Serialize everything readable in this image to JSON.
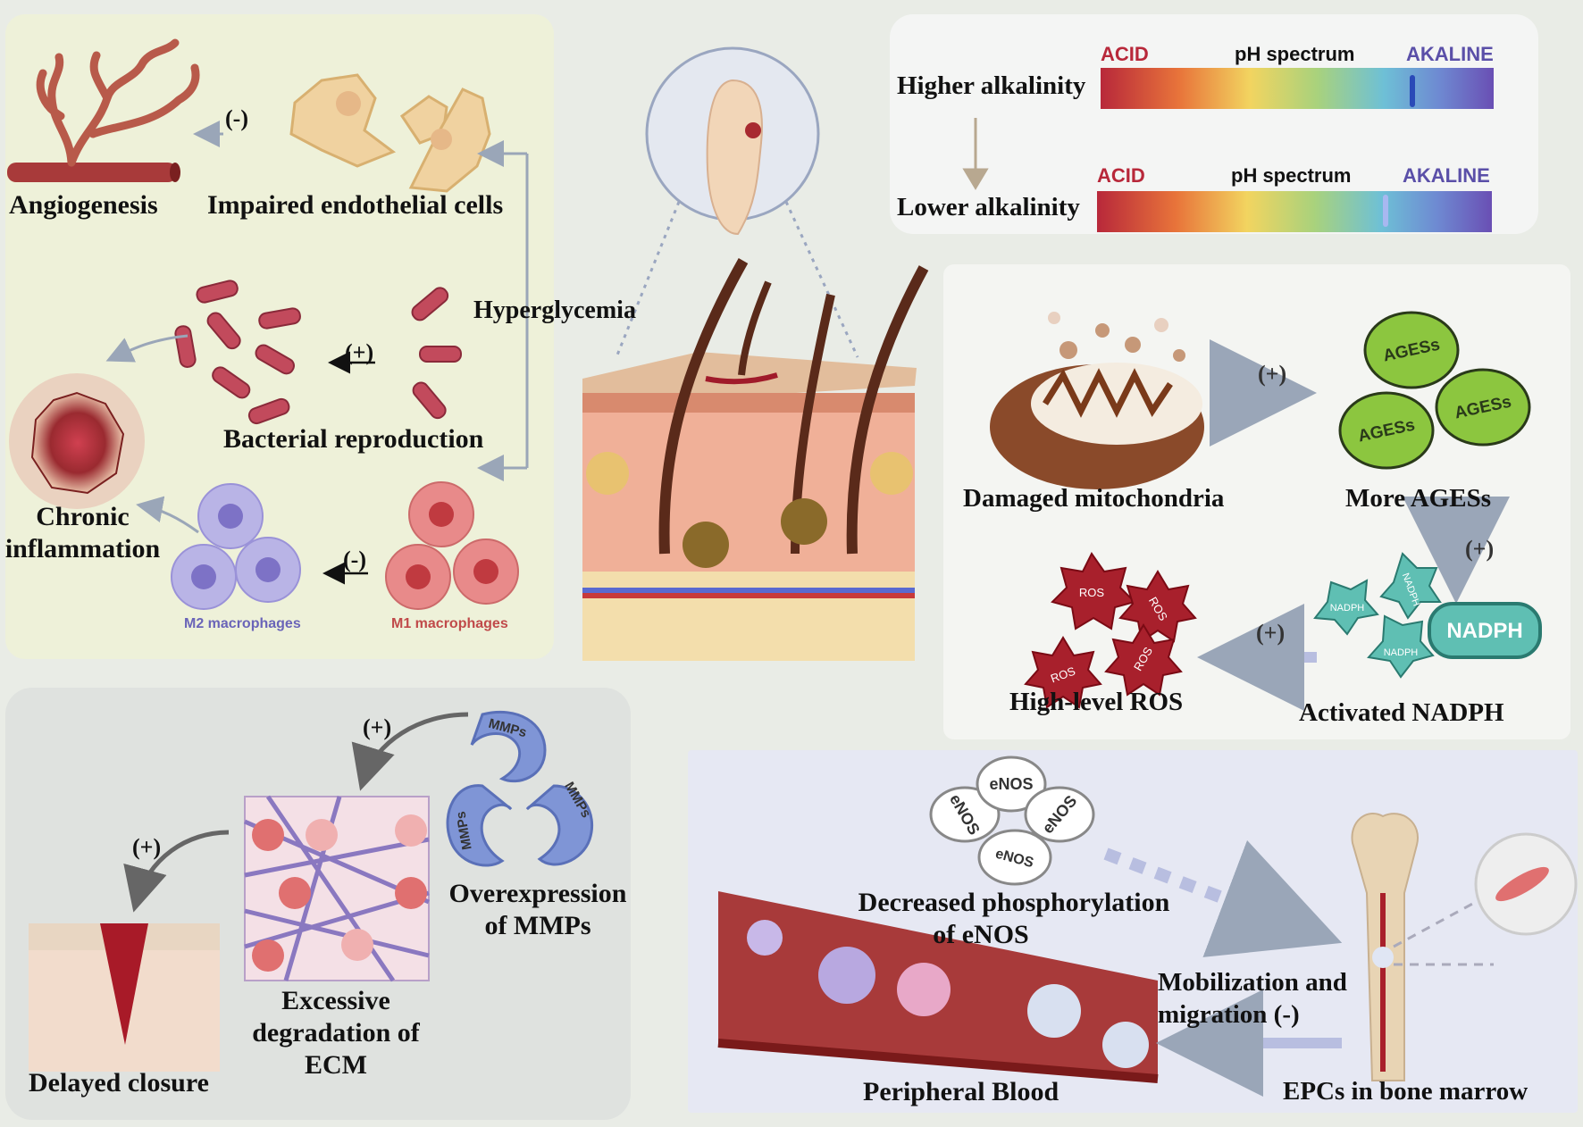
{
  "top_left": {
    "angiogenesis": "Angiogenesis",
    "impaired": "Impaired endothelial cells",
    "minus": "(-)",
    "hyperglycemia": "Hyperglycemia",
    "bacterial": "Bacterial reproduction",
    "plus": "(+)",
    "chronic_1": "Chronic",
    "chronic_2": "inflammation",
    "macro_minus": "(-)",
    "m2": "M2 macrophages",
    "m1": "M1 macrophages"
  },
  "ph": {
    "higher": "Higher alkalinity",
    "lower": "Lower alkalinity",
    "acid": "ACID",
    "spectrum": "pH spectrum",
    "alkaline": "AKALINE"
  },
  "right_middle": {
    "damaged": "Damaged mitochondria",
    "more_ages": "More AGESs",
    "ages": "AGESs",
    "plus1": "(+)",
    "plus2": "(+)",
    "plus3": "(+)",
    "nadph": "NADPH",
    "activated": "Activated NADPH",
    "ros": "ROS",
    "high_ros": "High-level ROS"
  },
  "bottom_left": {
    "plus1": "(+)",
    "plus2": "(+)",
    "mmps": "MMPs",
    "over_1": "Overexpression",
    "over_2": "of MMPs",
    "ecm_1": "Excessive",
    "ecm_2": "degradation of",
    "ecm_3": "ECM",
    "delayed": "Delayed closure"
  },
  "bottom_right": {
    "enos": "eNOS",
    "decreased_1": "Decreased phosphorylation",
    "decreased_2": "of eNOS",
    "mob_1": "Mobilization and",
    "mob_2": "migration  (-)",
    "peripheral": "Peripheral Blood",
    "epcs": "EPCs in bone marrow"
  },
  "colors": {
    "acid": "#b8283a",
    "alkaline": "#5a4fa8",
    "ages_fill": "#8cc63f",
    "ros_fill": "#a8202c",
    "nadph_fill": "#5fbfb3",
    "mmp_fill": "#7f95d6"
  }
}
